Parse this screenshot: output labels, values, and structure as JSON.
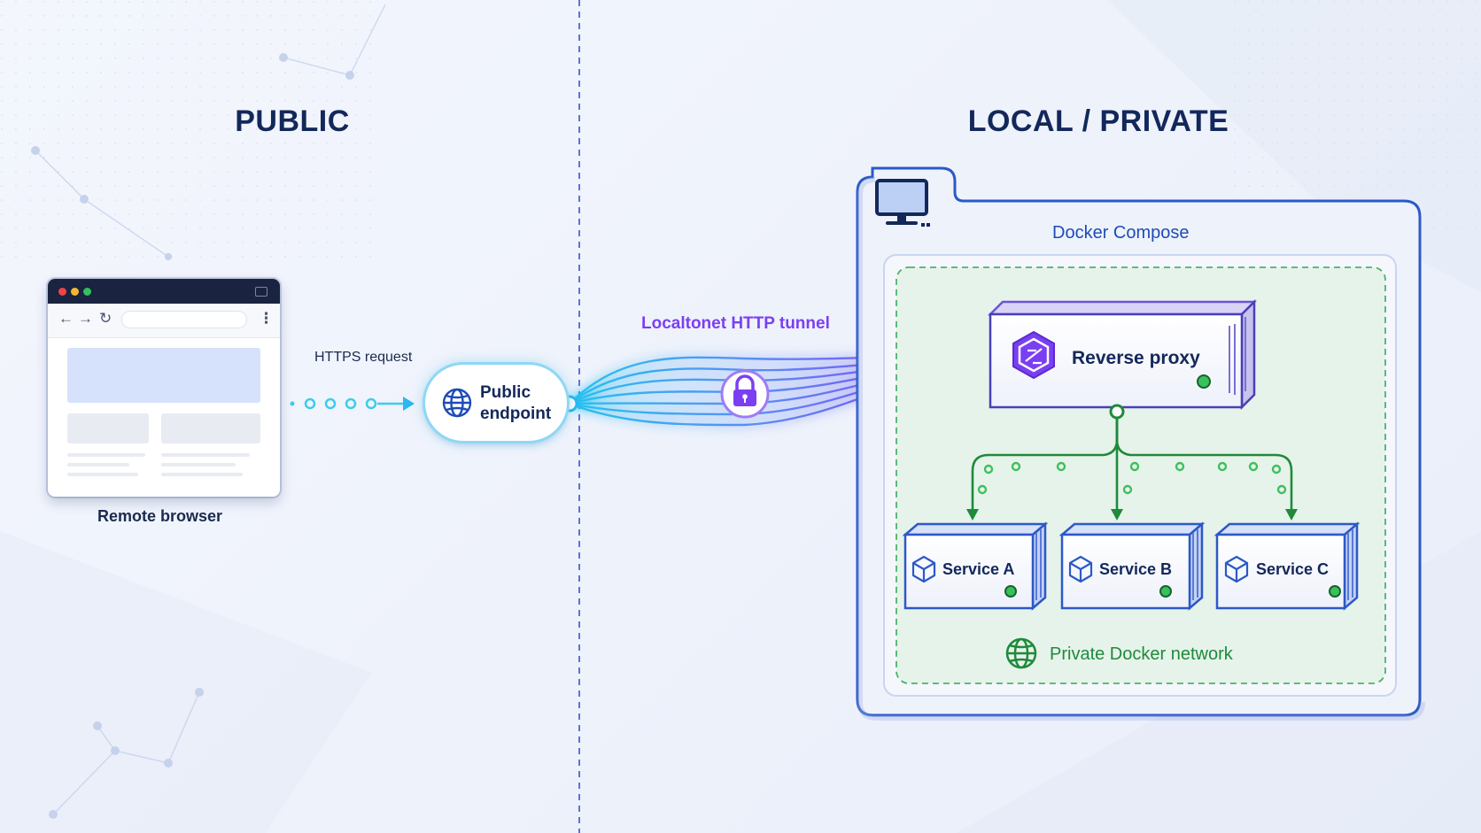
{
  "headings": {
    "public": "PUBLIC",
    "private": "LOCAL / PRIVATE"
  },
  "browser": {
    "label": "Remote browser"
  },
  "request": {
    "label": "HTTPS request"
  },
  "endpoint": {
    "line1": "Public",
    "line2": "endpoint"
  },
  "tunnel": {
    "label": "Localtonet HTTP tunnel"
  },
  "compose": {
    "title": "Docker Compose"
  },
  "proxy": {
    "label": "Reverse proxy"
  },
  "services": [
    {
      "label": "Service A"
    },
    {
      "label": "Service B"
    },
    {
      "label": "Service C"
    }
  ],
  "network": {
    "label": "Private Docker network"
  },
  "colors": {
    "navy": "#13285a",
    "tunnel_purple": "#7b3ff2",
    "tunnel_cyan": "#27b9ef",
    "network_green": "#1f8a3b",
    "compose_blue": "#1e4bb8"
  },
  "icons": [
    "globe-icon",
    "lock-icon",
    "monitor-icon",
    "proxy-hexagon-icon",
    "cube-icon",
    "network-globe-icon"
  ]
}
